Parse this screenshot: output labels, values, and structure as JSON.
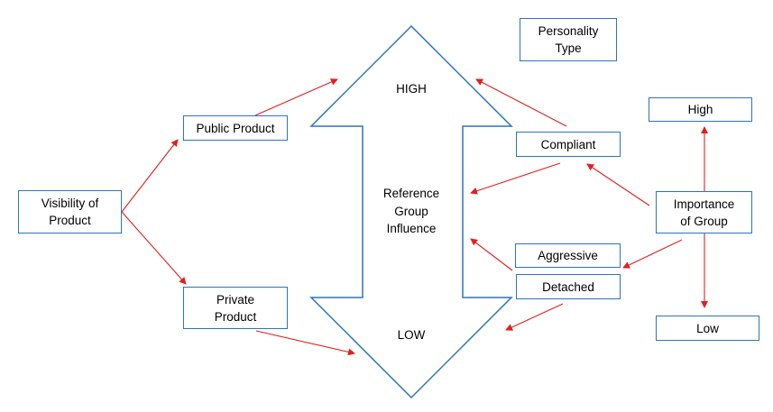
{
  "colors": {
    "box_border": "#2e75b6",
    "arrow": "#e02020",
    "outline": "#2e75b6"
  },
  "nodes": {
    "visibility": "Visibility  of\nProduct",
    "public_product": "Public Product",
    "private_product": "Private\nProduct",
    "personality_type": "Personality\nType",
    "compliant": "Compliant",
    "aggressive": "Aggressive",
    "detached": "Detached",
    "importance": "Importance\nof Group",
    "high": "High",
    "low": "Low"
  },
  "center": {
    "high": "HIGH",
    "influence": "Reference\nGroup\nInfluence",
    "low": "LOW"
  }
}
